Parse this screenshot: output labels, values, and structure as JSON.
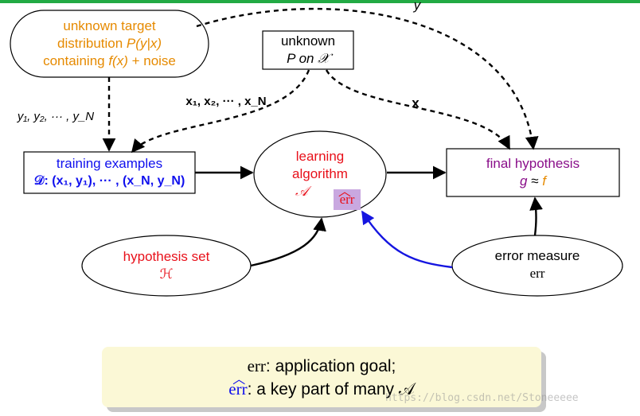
{
  "colors": {
    "target": "#e68a00",
    "training": "#1010ee",
    "algorithm": "#e8101a",
    "hypothesis": "#8a0f8a",
    "err_highlight": "#c9a8e0",
    "blue_arrow": "#1515e0",
    "note_bg": "#fbf8d6",
    "top_bar": "#22aa44"
  },
  "nodes": {
    "target": {
      "line1": "unknown target",
      "line2_pre": "distribution ",
      "line2_math": "P(y|x)",
      "line3_pre": "containing ",
      "line3_math": "f(x)",
      "line3_post": " + noise"
    },
    "distribution": {
      "line1": "unknown",
      "line2": "P on 𝒳"
    },
    "training": {
      "line1": "training examples",
      "line2": "𝒟: (x₁, y₁), ··· , (x_N, y_N)"
    },
    "algorithm": {
      "line1": "learning",
      "line2": "algorithm",
      "symbol": "𝒜",
      "err_hat": "err"
    },
    "final": {
      "line1": "final hypothesis",
      "line2_g": "g",
      "line2_approx": " ≈ ",
      "line2_f": "f"
    },
    "hypothesis_set": {
      "line1": "hypothesis set",
      "symbol": "ℋ"
    },
    "error_measure": {
      "line1": "error measure",
      "line2": "err"
    }
  },
  "edge_labels": {
    "y": "y",
    "ys": "y₁, y₂, ··· , y_N",
    "xs": "x₁, x₂, ··· , x_N",
    "x": "x"
  },
  "note": {
    "line1_term": "err",
    "line1_text": ": application goal;",
    "line2_term": "err",
    "line2_text": ": a key part of many 𝒜"
  },
  "watermark": "https://blog.csdn.net/Stoneeeee"
}
